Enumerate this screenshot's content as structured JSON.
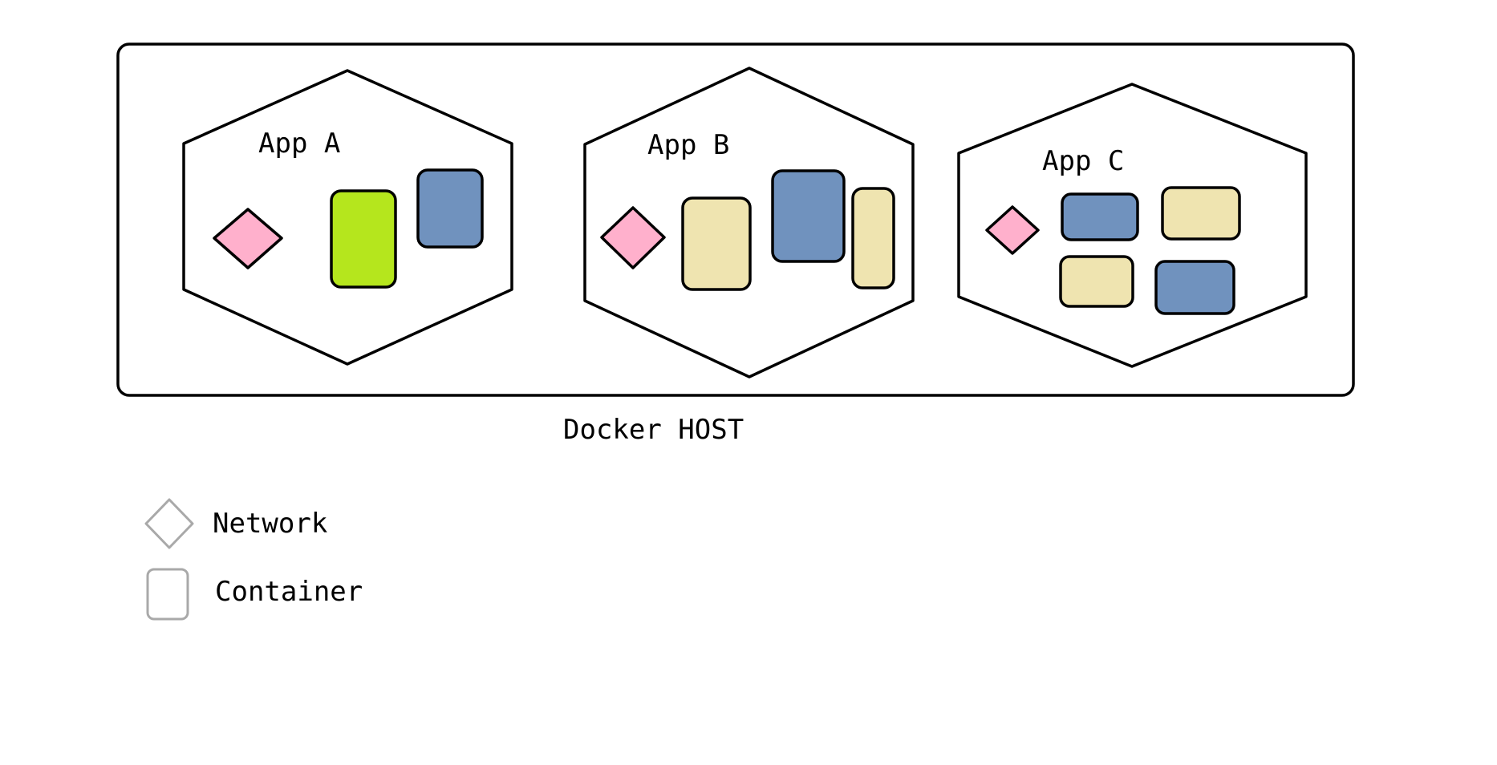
{
  "colors": {
    "network": "#ffb0cc",
    "container_green": "#b5e61d",
    "container_blue": "#7092be",
    "container_tan": "#efe4b0",
    "legend_stroke": "#a9a9a9"
  },
  "host": {
    "label": "Docker HOST"
  },
  "apps": [
    {
      "label": "App A",
      "containers": [
        "green",
        "blue"
      ]
    },
    {
      "label": "App B",
      "containers": [
        "tan",
        "blue",
        "tan"
      ]
    },
    {
      "label": "App C",
      "containers": [
        "blue",
        "tan",
        "tan",
        "blue"
      ]
    }
  ],
  "legend": {
    "network_label": "Network",
    "container_label": "Container"
  }
}
